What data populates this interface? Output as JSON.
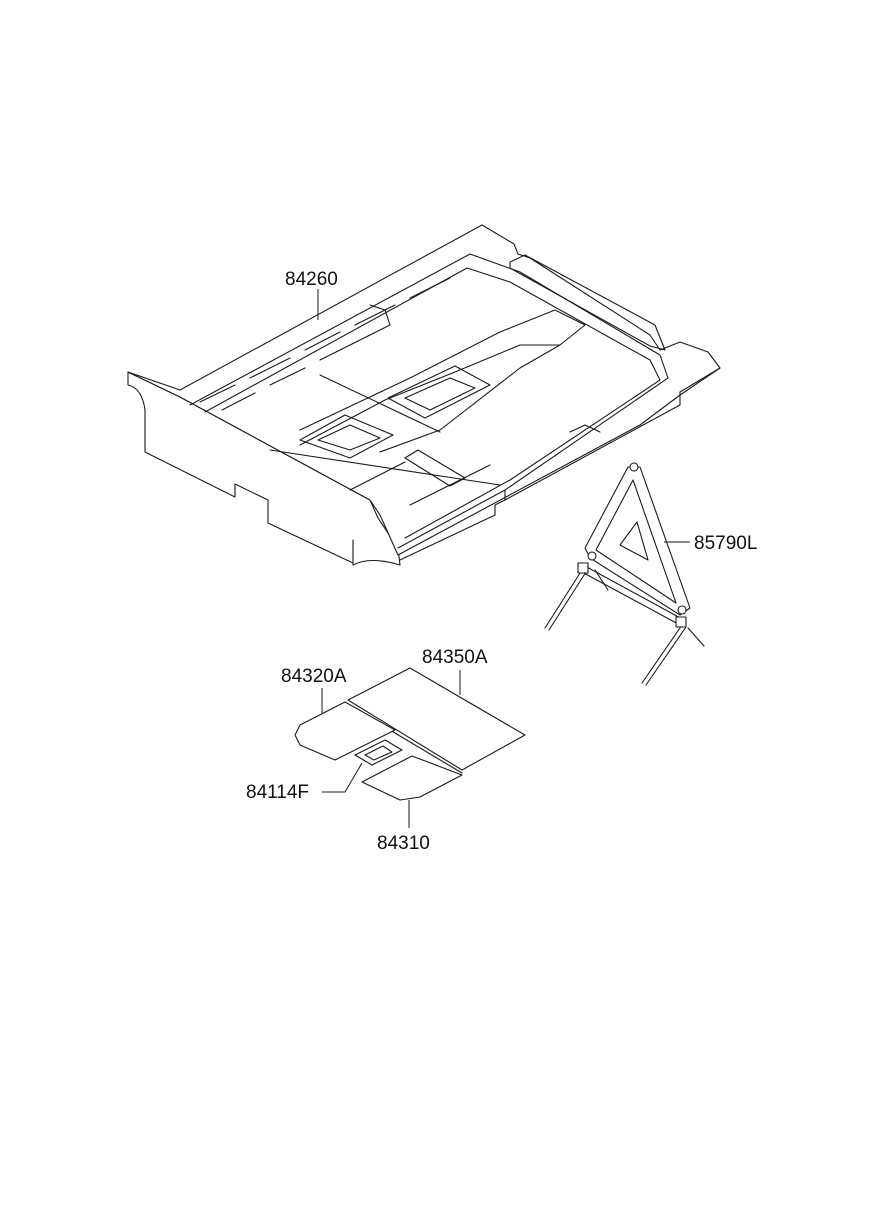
{
  "parts": [
    {
      "id": "84260",
      "label": "84260"
    },
    {
      "id": "85790L",
      "label": "85790L"
    },
    {
      "id": "84350A",
      "label": "84350A"
    },
    {
      "id": "84320A",
      "label": "84320A"
    },
    {
      "id": "84114F",
      "label": "84114F"
    },
    {
      "id": "84310",
      "label": "84310"
    }
  ]
}
